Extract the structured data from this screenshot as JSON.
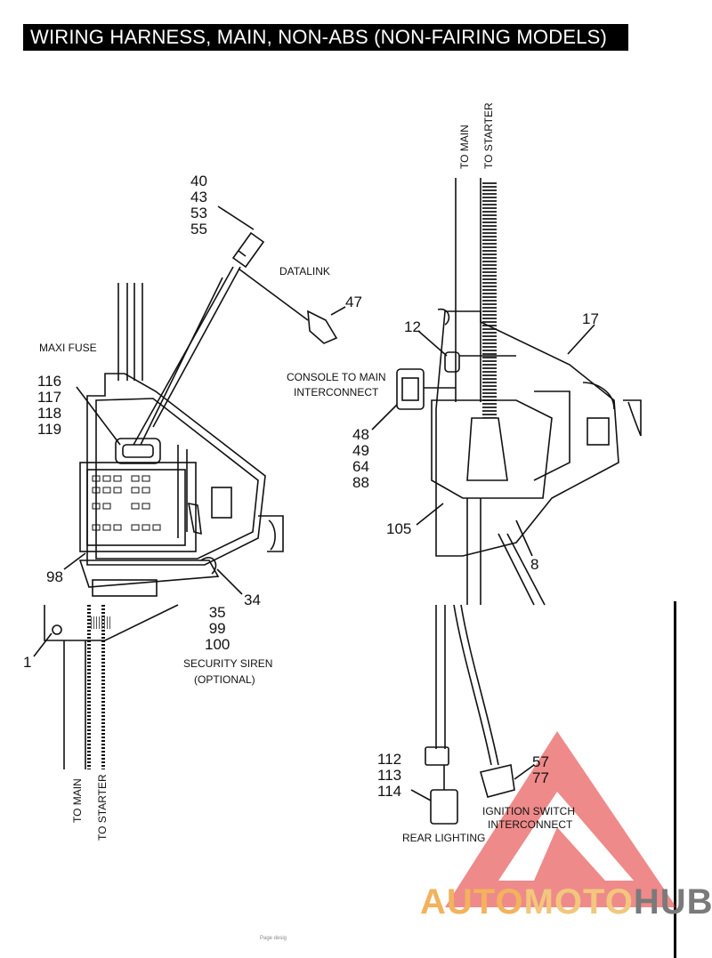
{
  "title": "WIRING HARNESS, MAIN, NON-ABS (NON-FAIRING MODELS)",
  "labels": {
    "datalink": "DATALINK",
    "maxi_fuse": "MAXI FUSE",
    "console": "CONSOLE TO MAIN",
    "interconnect": "INTERCONNECT",
    "security_siren_1": "SECURITY SIREN",
    "security_siren_2": "(OPTIONAL)",
    "rear_lighting": "REAR LIGHTING",
    "ignition_1": "IGNITION SWITCH",
    "ignition_2": "INTERCONNECT",
    "to_main_top": "TO MAIN",
    "to_starter_top": "TO STARTER",
    "to_main_bottom": "TO MAIN",
    "to_starter_bottom": "TO STARTER"
  },
  "callouts": {
    "c40": "40",
    "c43": "43",
    "c53": "53",
    "c55": "55",
    "c47": "47",
    "c116": "116",
    "c117": "117",
    "c118": "118",
    "c119": "119",
    "c12": "12",
    "c17": "17",
    "c48": "48",
    "c49": "49",
    "c64": "64",
    "c88": "88",
    "c105": "105",
    "c8": "8",
    "c98": "98",
    "c34": "34",
    "c35": "35",
    "c99": "99",
    "c100": "100",
    "c1": "1",
    "c112": "112",
    "c113": "113",
    "c114": "114",
    "c57": "57",
    "c77": "77"
  },
  "watermark": {
    "part1": "AUTO",
    "part2": "MOTO",
    "part3": "HUB"
  },
  "footer": "Page desig"
}
